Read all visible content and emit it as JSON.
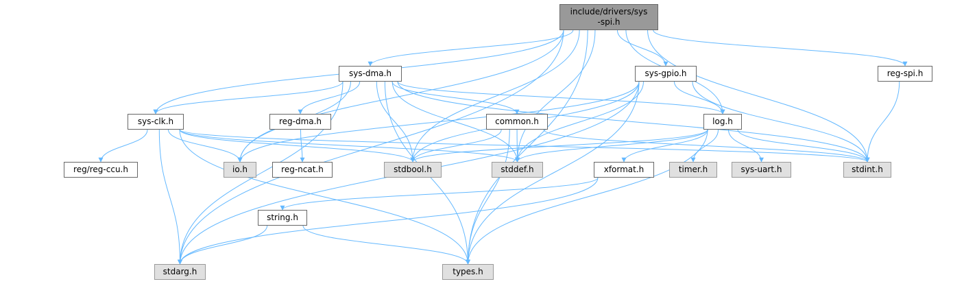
{
  "title": "include/drivers/sys-spi.h include dependency graph",
  "colors": {
    "edge": "#63b8ff",
    "root_fill": "#999999",
    "external_fill": "#e0e0e0",
    "node_fill": "#ffffff"
  },
  "nodes": {
    "root": {
      "label": "include/drivers/sys\n-spi.h",
      "line1": "include/drivers/sys",
      "line2": "-spi.h"
    },
    "sys_dma": {
      "label": "sys-dma.h"
    },
    "sys_gpio": {
      "label": "sys-gpio.h"
    },
    "reg_spi": {
      "label": "reg-spi.h"
    },
    "sys_clk": {
      "label": "sys-clk.h"
    },
    "reg_dma": {
      "label": "reg-dma.h"
    },
    "common": {
      "label": "common.h"
    },
    "log": {
      "label": "log.h"
    },
    "reg_ccu": {
      "label": "reg/reg-ccu.h"
    },
    "io": {
      "label": "io.h"
    },
    "reg_ncat": {
      "label": "reg-ncat.h"
    },
    "stdbool": {
      "label": "stdbool.h"
    },
    "stddef": {
      "label": "stddef.h"
    },
    "xformat": {
      "label": "xformat.h"
    },
    "timer": {
      "label": "timer.h"
    },
    "sys_uart": {
      "label": "sys-uart.h"
    },
    "stdint": {
      "label": "stdint.h"
    },
    "string": {
      "label": "string.h"
    },
    "stdarg": {
      "label": "stdarg.h"
    },
    "types": {
      "label": "types.h"
    }
  },
  "edges": [
    [
      "root",
      "sys_dma"
    ],
    [
      "root",
      "sys_gpio"
    ],
    [
      "root",
      "reg_spi"
    ],
    [
      "root",
      "sys_clk"
    ],
    [
      "root",
      "log"
    ],
    [
      "root",
      "stdbool"
    ],
    [
      "root",
      "stddef"
    ],
    [
      "root",
      "stdint"
    ],
    [
      "root",
      "io"
    ],
    [
      "root",
      "stdarg"
    ],
    [
      "root",
      "types"
    ],
    [
      "sys_dma",
      "sys_clk"
    ],
    [
      "sys_dma",
      "io"
    ],
    [
      "sys_dma",
      "reg_dma"
    ],
    [
      "sys_dma",
      "stdbool"
    ],
    [
      "sys_dma",
      "stddef"
    ],
    [
      "sys_dma",
      "common"
    ],
    [
      "sys_dma",
      "log"
    ],
    [
      "sys_dma",
      "stdint"
    ],
    [
      "sys_dma",
      "stdarg"
    ],
    [
      "sys_dma",
      "types"
    ],
    [
      "sys_gpio",
      "log"
    ],
    [
      "sys_gpio",
      "stdbool"
    ],
    [
      "sys_gpio",
      "stddef"
    ],
    [
      "sys_gpio",
      "stdint"
    ],
    [
      "sys_gpio",
      "io"
    ],
    [
      "sys_gpio",
      "types"
    ],
    [
      "sys_gpio",
      "stdarg"
    ],
    [
      "reg_spi",
      "stdint"
    ],
    [
      "sys_clk",
      "reg_ccu"
    ],
    [
      "sys_clk",
      "io"
    ],
    [
      "sys_clk",
      "stdarg"
    ],
    [
      "sys_clk",
      "types"
    ],
    [
      "sys_clk",
      "stdbool"
    ],
    [
      "sys_clk",
      "stddef"
    ],
    [
      "sys_clk",
      "stdint"
    ],
    [
      "reg_dma",
      "reg_ncat"
    ],
    [
      "common",
      "stdbool"
    ],
    [
      "common",
      "stddef"
    ],
    [
      "common",
      "types"
    ],
    [
      "common",
      "stdint"
    ],
    [
      "log",
      "stdbool"
    ],
    [
      "log",
      "stddef"
    ],
    [
      "log",
      "xformat"
    ],
    [
      "log",
      "timer"
    ],
    [
      "log",
      "sys_uart"
    ],
    [
      "log",
      "stdint"
    ],
    [
      "log",
      "types"
    ],
    [
      "xformat",
      "string"
    ],
    [
      "xformat",
      "stdarg"
    ],
    [
      "string",
      "stdarg"
    ],
    [
      "string",
      "types"
    ]
  ]
}
